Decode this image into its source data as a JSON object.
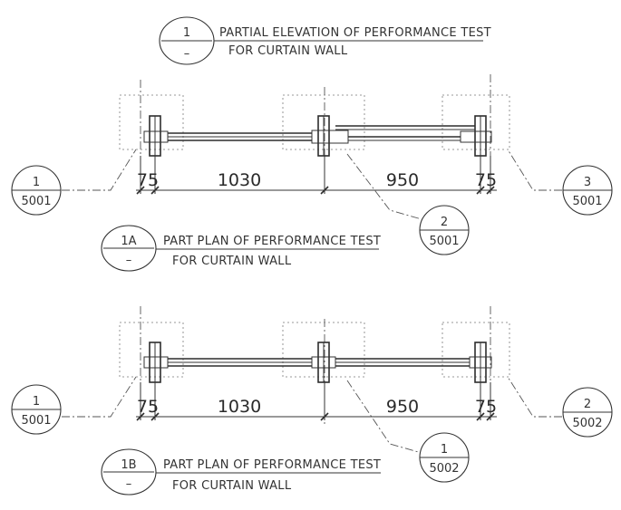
{
  "elevation_title": {
    "top": "1",
    "bottom": "–",
    "line1": "PARTIAL ELEVATION OF PERFORMANCE TEST",
    "line2": "FOR CURTAIN WALL"
  },
  "plan_a": {
    "title": {
      "top": "1A",
      "bottom": "–",
      "line1": "PART PLAN OF PERFORMANCE TEST",
      "line2": "FOR CURTAIN WALL"
    },
    "dimensions": [
      "75",
      "1030",
      "950",
      "75"
    ],
    "callouts": {
      "left": {
        "top": "1",
        "bottom": "5001"
      },
      "center": {
        "top": "2",
        "bottom": "5001"
      },
      "right": {
        "top": "3",
        "bottom": "5001"
      }
    }
  },
  "plan_b": {
    "title": {
      "top": "1B",
      "bottom": "–",
      "line1": "PART PLAN OF PERFORMANCE TEST",
      "line2": "FOR CURTAIN WALL"
    },
    "dimensions": [
      "75",
      "1030",
      "950",
      "75"
    ],
    "callouts": {
      "left": {
        "top": "1",
        "bottom": "5001"
      },
      "center": {
        "top": "1",
        "bottom": "5002"
      },
      "right": {
        "top": "2",
        "bottom": "5002"
      }
    }
  }
}
